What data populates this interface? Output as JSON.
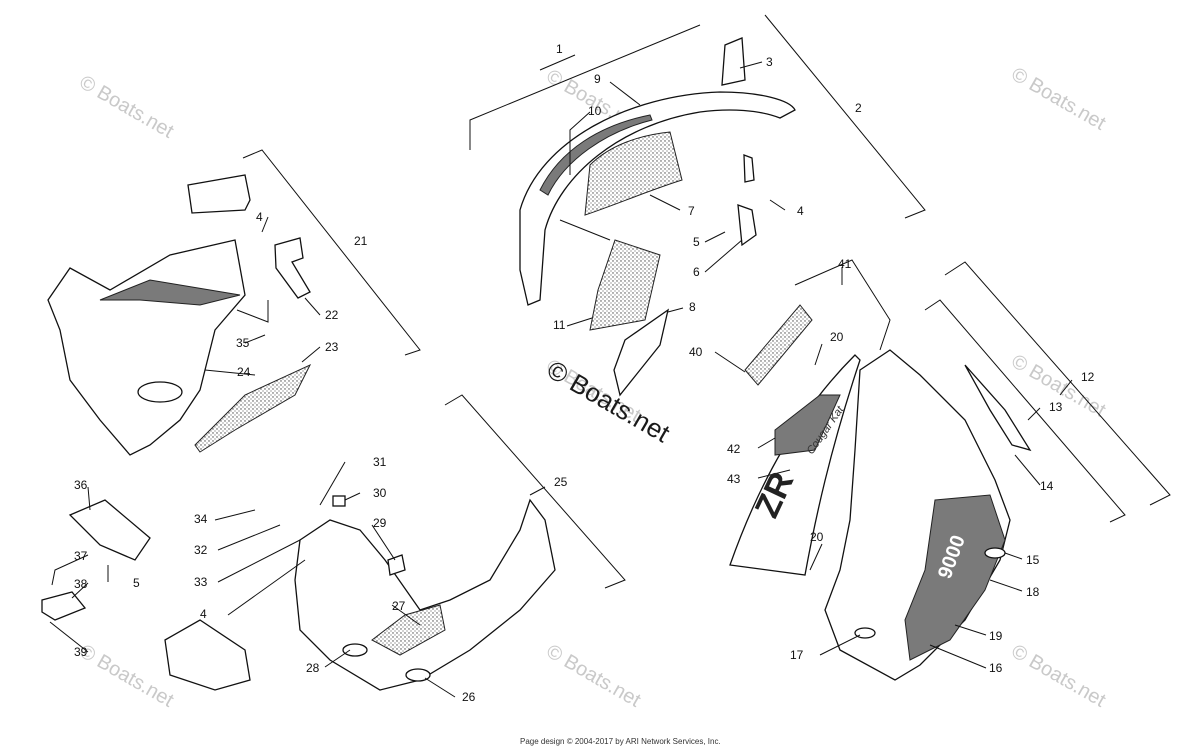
{
  "watermarks": [
    "© Boats.net",
    "© Boats.net",
    "© Boats.net",
    "© Boats.net",
    "© Boats.net",
    "© Boats.net",
    "© Boats.net",
    "© Boats.net",
    "© Boats.net"
  ],
  "center_watermark": "© Boats.net",
  "footer": "Page design © 2004-2017 by ARI Network Services, Inc.",
  "callouts": [
    "1",
    "2",
    "3",
    "4",
    "4",
    "4",
    "5",
    "5",
    "6",
    "7",
    "8",
    "9",
    "10",
    "11",
    "12",
    "13",
    "14",
    "15",
    "16",
    "17",
    "18",
    "19",
    "20",
    "20",
    "21",
    "22",
    "23",
    "24",
    "25",
    "26",
    "27",
    "28",
    "29",
    "30",
    "31",
    "32",
    "33",
    "34",
    "35",
    "36",
    "37",
    "38",
    "39",
    "40",
    "41",
    "42",
    "43"
  ],
  "decals": {
    "model": "ZR",
    "number": "9000",
    "signature": "Cougar Kat"
  }
}
